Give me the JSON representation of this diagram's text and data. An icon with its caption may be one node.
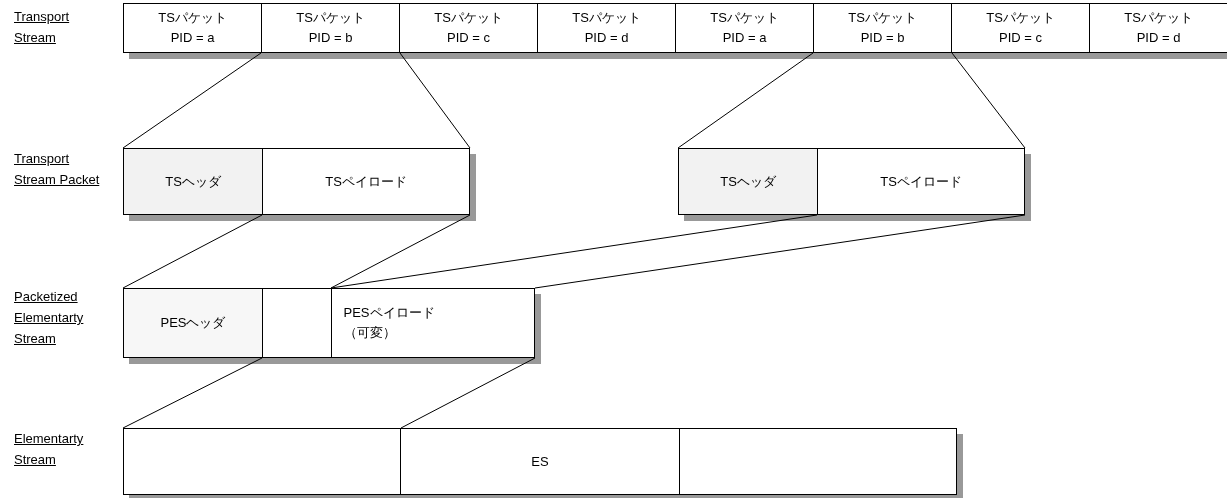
{
  "diagram": {
    "nodes": [
      {
        "text": [
          "TSパケット",
          "PID = a"
        ]
      },
      {
        "text": [
          "TSパケット",
          "PID = b"
        ]
      },
      {
        "text": [
          "TSパケット",
          "PID = c"
        ]
      },
      {
        "text": [
          "TSパケット",
          "PID = d"
        ]
      },
      {
        "text": [
          "TSパケット",
          "PID = a"
        ]
      },
      {
        "text": [
          "TSパケット",
          "PID = b"
        ]
      },
      {
        "text": [
          "TSパケット",
          "PID = c"
        ]
      },
      {
        "text": [
          "TSパケット",
          "PID = d"
        ]
      },
      {
        "text": [
          "TSヘッダ"
        ]
      },
      {
        "text": [
          "TSペイロード"
        ]
      },
      {
        "text": [
          "TSヘッダ"
        ]
      },
      {
        "text": [
          "TSペイロード"
        ]
      },
      {
        "text": [
          "PESヘッダ"
        ]
      },
      {
        "text": [
          "PESペイロード（可変）"
        ]
      },
      {
        "text": [],
        "shape": "box"
      },
      {
        "text": [
          "ES"
        ]
      },
      {
        "text": [],
        "shape": "box"
      }
    ],
    "edges": [
      {
        "from": 1,
        "to": 8,
        "arrow": "none"
      },
      {
        "from": 1,
        "to": 9,
        "arrow": "none"
      },
      {
        "from": 5,
        "to": 10,
        "arrow": "none"
      },
      {
        "from": 5,
        "to": 11,
        "arrow": "none"
      },
      {
        "from": 9,
        "to": 12,
        "arrow": "none"
      },
      {
        "from": 9,
        "to": 13,
        "arrow": "none"
      },
      {
        "from": 11,
        "to": 13,
        "arrow": "none"
      },
      {
        "from": 11,
        "to": 13,
        "arrow": "none"
      },
      {
        "from": 13,
        "to": 14,
        "arrow": "none"
      },
      {
        "from": 13,
        "to": 14,
        "arrow": "none"
      }
    ],
    "labels": [
      "Transport Stream",
      "Transport Stream Packet",
      "Packetized Elementarty Stream",
      "Elementarty Stream"
    ]
  }
}
